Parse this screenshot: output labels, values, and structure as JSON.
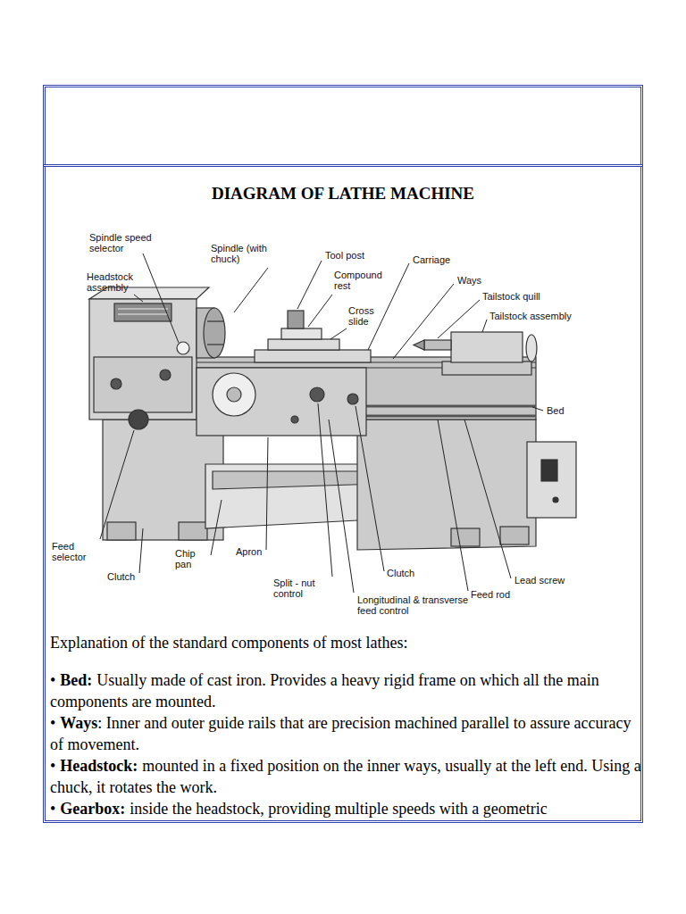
{
  "diagram": {
    "title": "DIAGRAM OF LATHE MACHINE",
    "labels": [
      "Spindle speed selector",
      "Headstock assembly",
      "Spindle (with chuck)",
      "Tool post",
      "Compound rest",
      "Cross slide",
      "Carriage",
      "Ways",
      "Tailstock quill",
      "Tailstock assembly",
      "Bed",
      "Feed selector",
      "Clutch",
      "Chip pan",
      "Apron",
      "Split - nut control",
      "Longitudinal & transverse feed control",
      "Clutch",
      "Feed rod",
      "Lead screw",
      "Explanation of the standard components of most lathes:",
      "•",
      "Bed:",
      "Usually made of cast iron. Provides a heavy rigid frame on which all the main components are mounted.",
      "•",
      "Ways",
      ": Inner and outer guide rails that are precision machined parallel to assure accuracy of movement.",
      "•",
      "Headstock:",
      "mounted in a fixed position on the inner ways, usually at the left end. Using a chuck, it rotates the work.",
      "•",
      "Gearbox:",
      "inside the headstock, providing multiple speeds with a geometric"
    ]
  }
}
